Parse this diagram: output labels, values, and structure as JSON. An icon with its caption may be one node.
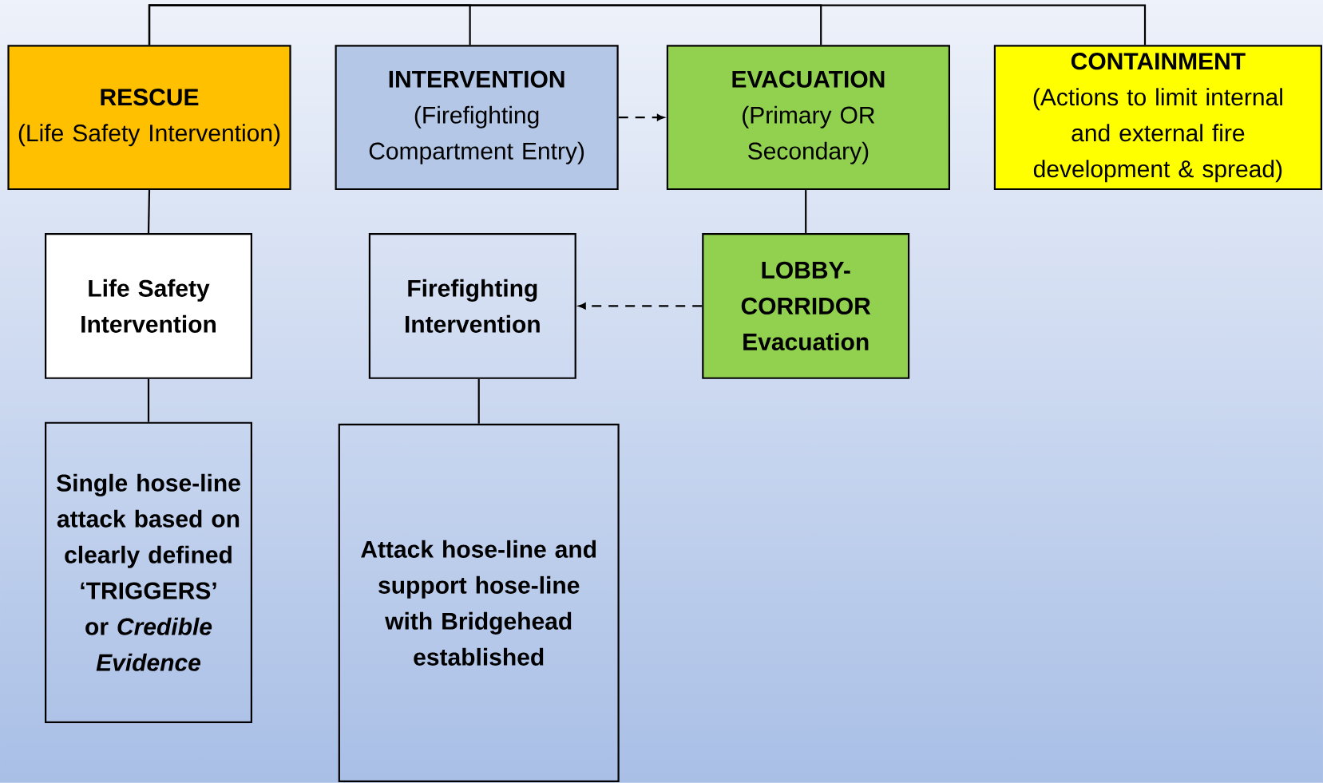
{
  "diagram": {
    "nodes": [
      {
        "text": [
          "RESCUE",
          "(Life Safety Intervention)"
        ]
      },
      {
        "text": [
          "INTERVENTION",
          "(Firefighting Compartment Entry)"
        ]
      },
      {
        "text": [
          "EVACUATION",
          "(Primary OR Secondary)"
        ]
      },
      {
        "text": [
          "CONTAINMENT",
          "(Actions to limit internal and external fire development & spread)"
        ]
      },
      {
        "text": [
          "Life Safety Intervention"
        ]
      },
      {
        "text": [
          "Firefighting Intervention"
        ]
      },
      {
        "text": [
          "LOBBY-CORRIDOR Evacuation"
        ]
      },
      {
        "text": [
          "Single hose-line attack based on clearly defined ‘TRIGGERS’ or *Credible Evidence*"
        ]
      },
      {
        "text": [
          "Attack hose-line and support hose-line with Bridgehead established"
        ]
      }
    ],
    "edges": [
      {
        "from": 0,
        "to": 1,
        "arrow": "none"
      },
      {
        "from": 0,
        "to": 2,
        "arrow": "none"
      },
      {
        "from": 0,
        "to": 3,
        "arrow": "none"
      },
      {
        "from": 1,
        "to": 2,
        "arrow": "to",
        "style": "dashed"
      },
      {
        "from": 0,
        "to": 4,
        "arrow": "none"
      },
      {
        "from": 2,
        "to": 6,
        "arrow": "none"
      },
      {
        "from": 6,
        "to": 5,
        "arrow": "to",
        "style": "dashed"
      },
      {
        "from": 4,
        "to": 7,
        "arrow": "none"
      },
      {
        "from": 5,
        "to": 8,
        "arrow": "none"
      }
    ]
  }
}
